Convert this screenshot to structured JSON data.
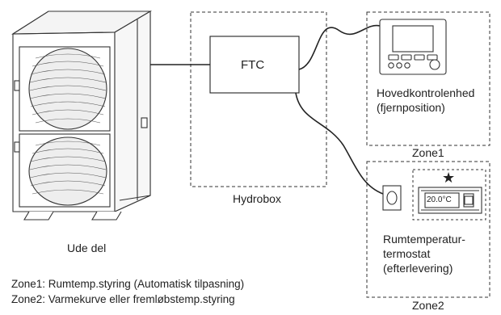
{
  "diagram": {
    "ftc_label": "FTC",
    "hydrobox_label": "Hydrobox",
    "outdoor_label": "Ude del",
    "main_controller_label_1": "Hovedkontrolenhed",
    "main_controller_label_2": "(fjernposition)",
    "zone1_label": "Zone1",
    "zone2_label": "Zone2",
    "thermostat_label_1": "Rumtemperatur-",
    "thermostat_label_2": "termostat",
    "thermostat_label_3": "(efterlevering)",
    "thermostat_display": "20.0°C",
    "star_symbol": "★",
    "note_zone1": "Zone1: Rumtemp.styring (Automatisk tilpasning)",
    "note_zone2": "Zone2: Varmekurve eller fremløbstemp.styring"
  }
}
